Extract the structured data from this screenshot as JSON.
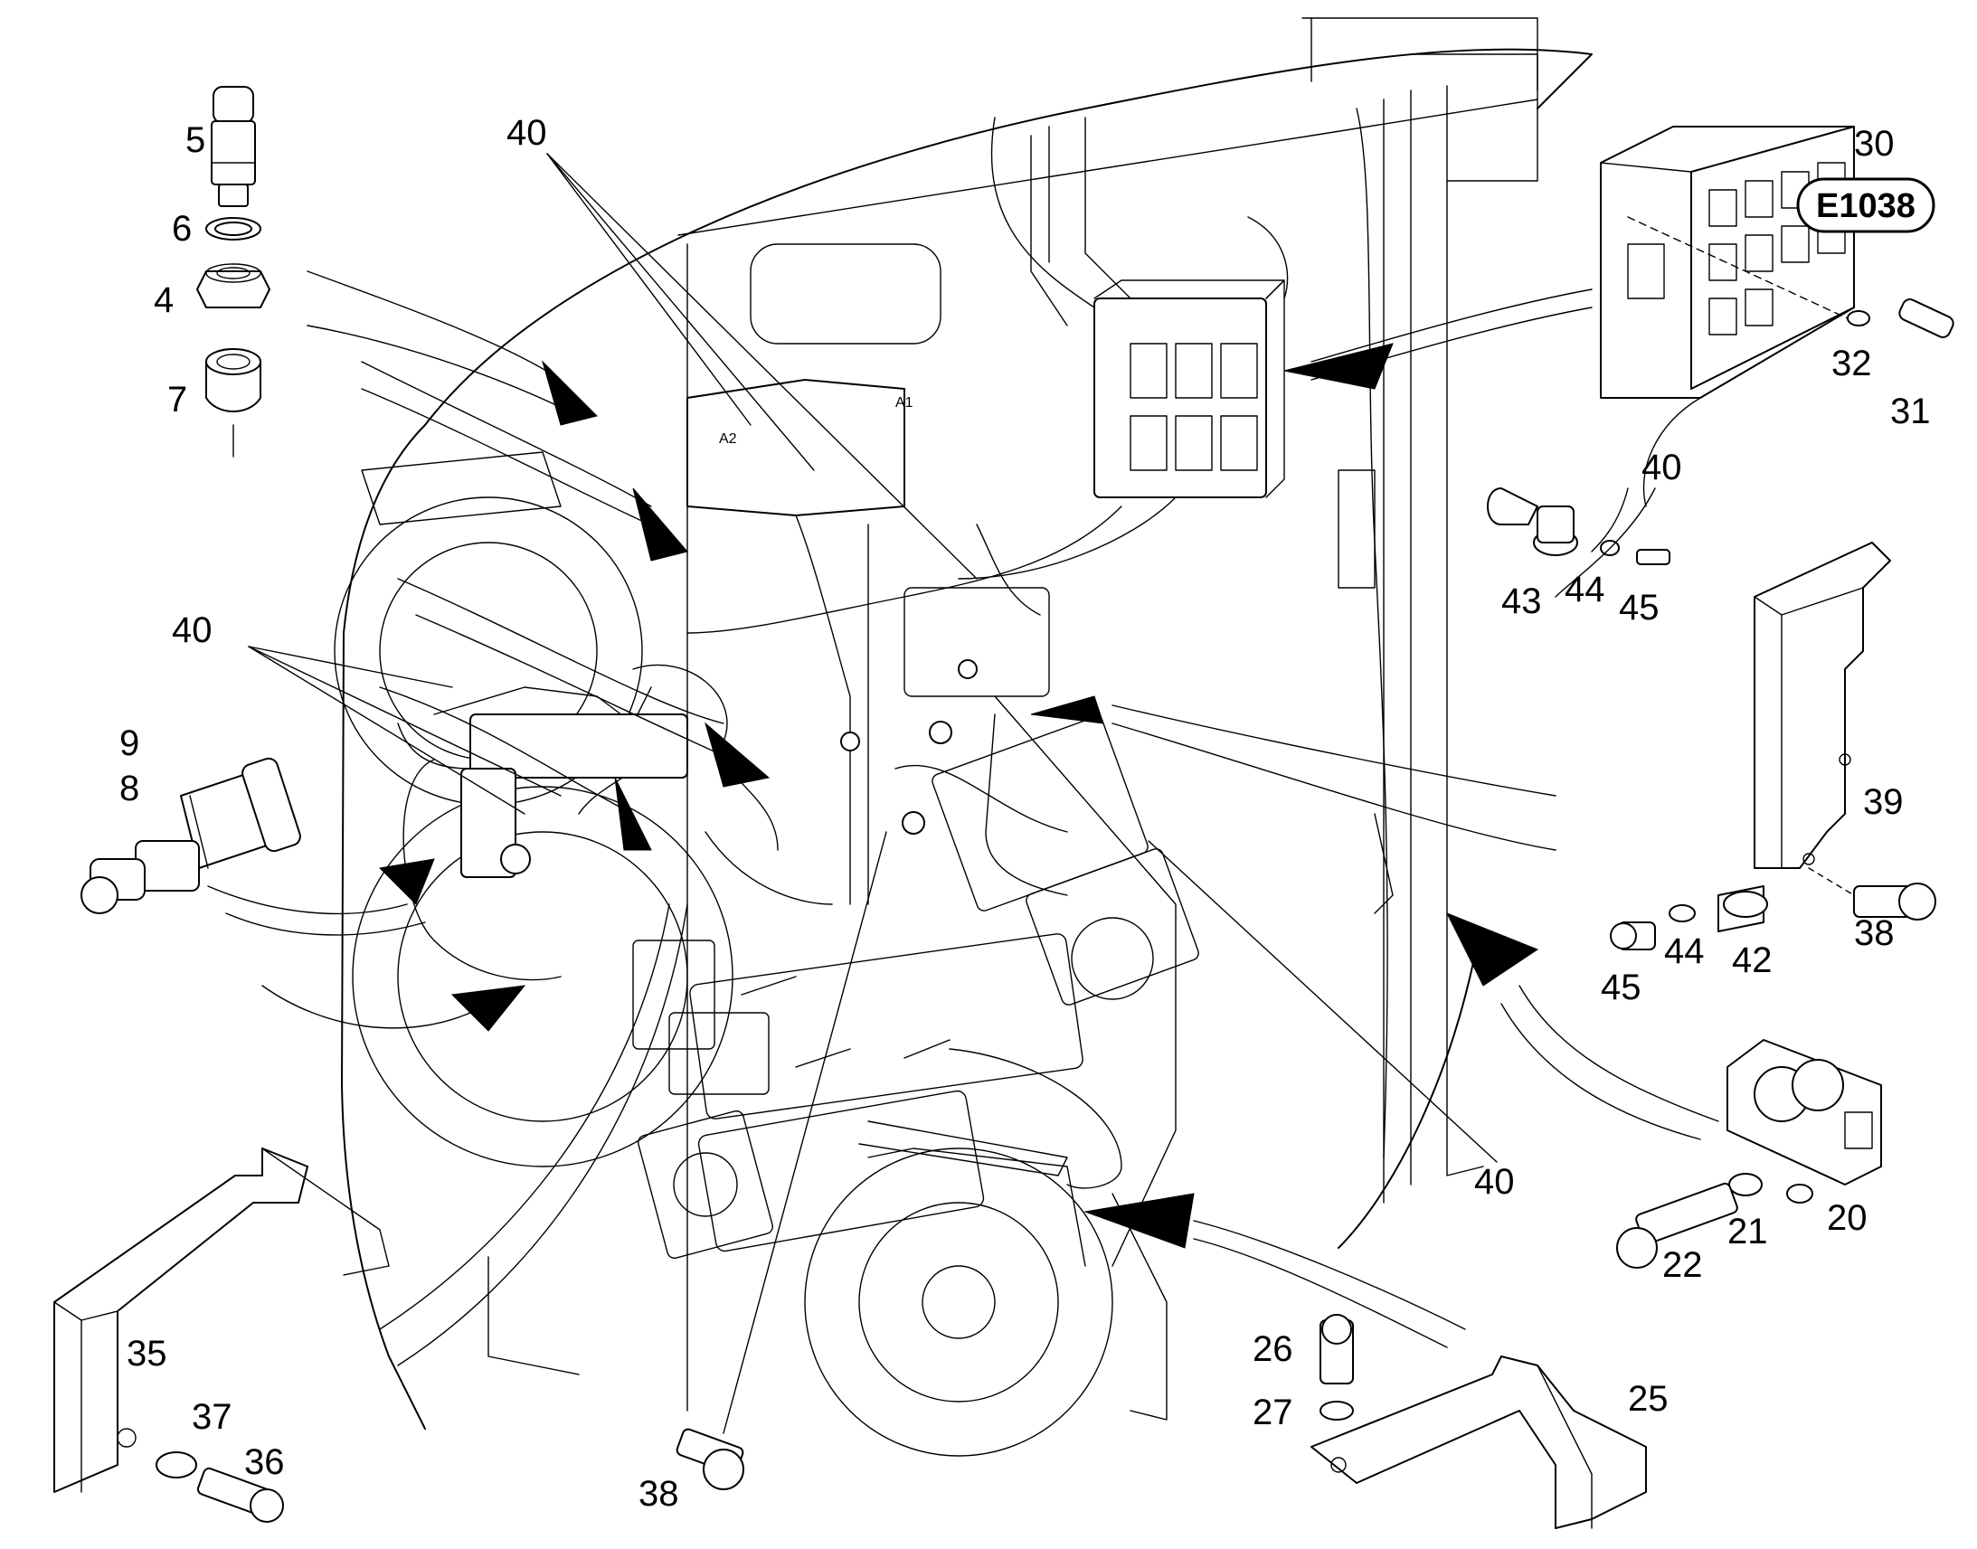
{
  "diagram_id": "E1038",
  "callouts": {
    "c5": "5",
    "c6": "6",
    "c4": "4",
    "c7": "7",
    "c40a": "40",
    "c40b": "40",
    "c40c": "40",
    "c40d": "40",
    "c9": "9",
    "c8": "8",
    "c30": "30",
    "c32": "32",
    "c31": "31",
    "c43": "43",
    "c44a": "44",
    "c45a": "45",
    "c39": "39",
    "c44b": "44",
    "c42": "42",
    "c38a": "38",
    "c45b": "45",
    "c20": "20",
    "c21": "21",
    "c22": "22",
    "c35": "35",
    "c37": "37",
    "c36": "36",
    "c38b": "38",
    "c26": "26",
    "c27": "27",
    "c25": "25"
  }
}
